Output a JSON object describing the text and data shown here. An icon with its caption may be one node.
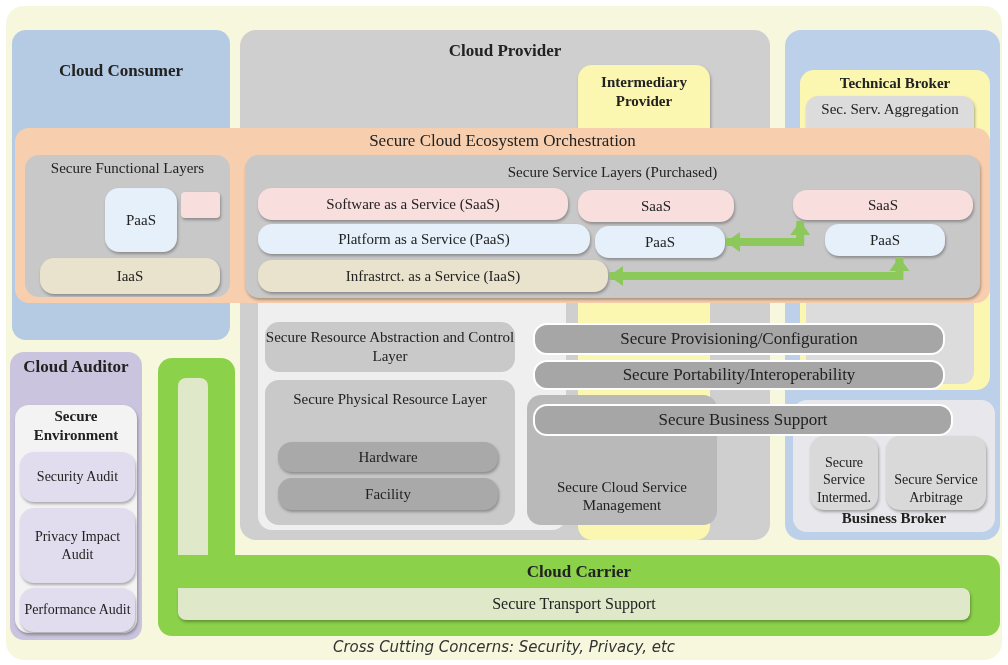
{
  "diagram": {
    "caption": "Cross Cutting Concerns: Security, Privacy, etc",
    "nodes": [
      {
        "text": [
          "Cloud Consumer"
        ]
      },
      {
        "text": [
          "Cloud Provider"
        ]
      },
      {
        "text": [
          "Intermediary Provider"
        ],
        "in": 1
      },
      {
        "text": [
          "Technical Broker"
        ]
      },
      {
        "text": [
          "Sec. Serv. Aggregation"
        ],
        "in": 3
      },
      {
        "text": [
          "Secure Cloud Ecosystem Orchestration"
        ]
      },
      {
        "text": [
          "Secure Functional Layers"
        ]
      },
      {
        "text": [
          "PaaS"
        ],
        "in": 6
      },
      {
        "text": [],
        "shape": "box",
        "in": 6
      },
      {
        "text": [
          "IaaS"
        ],
        "in": 6
      },
      {
        "text": [
          "Secure Service Layers (Purchased)"
        ],
        "in": 5
      },
      {
        "text": [
          "Software as a Service (SaaS)"
        ],
        "in": 10
      },
      {
        "text": [
          "Platform as a Service (PaaS)"
        ],
        "in": 10
      },
      {
        "text": [
          "Infrastrct. as a Service (IaaS)"
        ],
        "in": 10
      },
      {
        "text": [
          "SaaS"
        ],
        "in": 10
      },
      {
        "text": [
          "PaaS"
        ],
        "in": 10
      },
      {
        "text": [
          "SaaS"
        ],
        "in": 10
      },
      {
        "text": [
          "PaaS"
        ],
        "in": 10
      },
      {
        "text": [
          "Secure Resource Abstraction and Control Layer"
        ]
      },
      {
        "text": [
          "Secure Physical Resource Layer"
        ]
      },
      {
        "text": [
          "Hardware"
        ],
        "in": 19
      },
      {
        "text": [
          "Facility"
        ],
        "in": 19
      },
      {
        "text": [
          "Secure Cloud Service Management"
        ]
      },
      {
        "text": [
          "Secure Provisioning/Configuration"
        ]
      },
      {
        "text": [
          "Secure Portability/Interoperability"
        ]
      },
      {
        "text": [
          "Secure Business  Support"
        ]
      },
      {
        "text": [
          "Business Broker"
        ]
      },
      {
        "text": [
          "Secure Service Intermed."
        ],
        "in": 26
      },
      {
        "text": [
          "Secure Service Arbitrage"
        ],
        "in": 26
      },
      {
        "text": [
          "Cloud Auditor"
        ]
      },
      {
        "text": [
          "Secure Environment"
        ],
        "in": 29
      },
      {
        "text": [
          "Security Audit"
        ],
        "in": 30
      },
      {
        "text": [
          "Privacy Impact Audit"
        ],
        "in": 30
      },
      {
        "text": [
          "Performance Audit"
        ],
        "in": 30
      },
      {
        "text": [
          "Cloud Carrier"
        ]
      },
      {
        "text": [
          "Secure Transport Support"
        ],
        "in": 34
      }
    ],
    "edges": [
      {
        "from": 16,
        "to": 15,
        "arrow": "both"
      },
      {
        "from": 17,
        "to": 13,
        "arrow": "both"
      }
    ]
  }
}
